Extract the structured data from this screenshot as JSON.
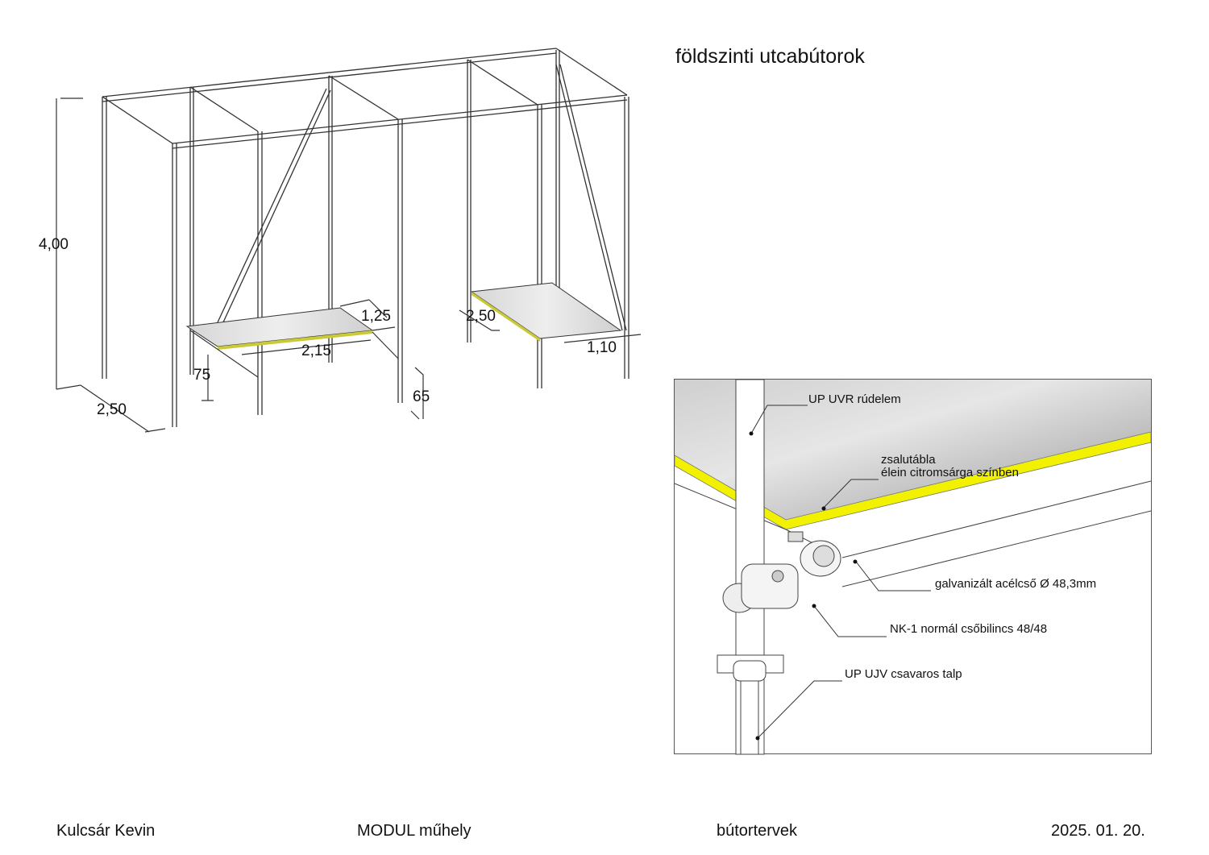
{
  "title": "földszinti utcabútorok",
  "dimensions": {
    "height": "4,00",
    "depth": "2,50",
    "bench1_width": "1,25",
    "bench1_length": "2,15",
    "bench1_offset": "75",
    "seat_height": "65",
    "bench2_length": "2,50",
    "bench2_width": "1,10"
  },
  "detail_labels": {
    "post": "UP UVR rúdelem",
    "board_line1": "zsalutábla",
    "board_line2": "élein citromsárga színben",
    "tube": "galvanizált acélcső Ø 48,3mm",
    "clamp": "NK-1 normál csőbilincs 48/48",
    "foot": "UP UJV csavaros talp"
  },
  "footer": {
    "author": "Kulcsár Kevin",
    "studio": "MODUL műhely",
    "category": "bútortervek",
    "date": "2025. 01. 20."
  },
  "colors": {
    "accent_yellow": "#f2f200",
    "line": "#333333",
    "board": "#d9d9d9"
  }
}
